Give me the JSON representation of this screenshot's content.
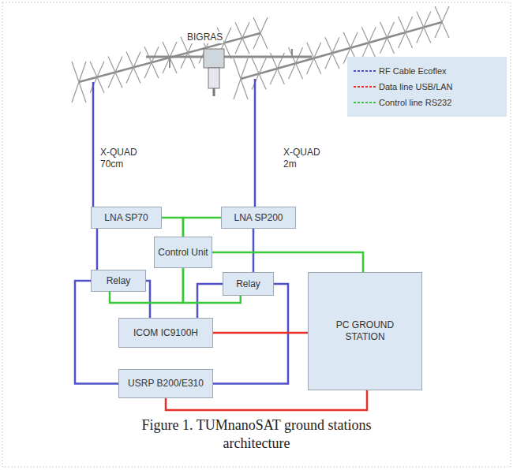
{
  "diagram": {
    "caption": "Figure 1. TUMnanoSAT ground stations architecture",
    "nodes": [
      {
        "text": [
          "LNA SP70"
        ]
      },
      {
        "text": [
          "LNA SP200"
        ]
      },
      {
        "text": [
          "Control Unit"
        ]
      },
      {
        "text": [
          "Relay"
        ]
      },
      {
        "text": [
          "Relay"
        ]
      },
      {
        "text": [
          "PC GROUND STATION"
        ]
      },
      {
        "text": [
          "ICOM IC9100H"
        ]
      },
      {
        "text": [
          "USRP B200/E310"
        ]
      }
    ],
    "edges": [
      {
        "from": 0,
        "to": 3,
        "arrow": "none"
      },
      {
        "from": 1,
        "to": 4,
        "arrow": "none"
      },
      {
        "from": 3,
        "to": 6,
        "arrow": "none"
      },
      {
        "from": 3,
        "to": 7,
        "arrow": "none"
      },
      {
        "from": 4,
        "to": 6,
        "arrow": "none"
      },
      {
        "from": 4,
        "to": 7,
        "arrow": "none"
      },
      {
        "from": 2,
        "to": 0,
        "arrow": "none"
      },
      {
        "from": 2,
        "to": 1,
        "arrow": "none"
      },
      {
        "from": 2,
        "to": 3,
        "arrow": "none"
      },
      {
        "from": 2,
        "to": 4,
        "arrow": "none"
      },
      {
        "from": 2,
        "to": 5,
        "arrow": "none"
      },
      {
        "from": 6,
        "to": 5,
        "arrow": "none"
      },
      {
        "from": 7,
        "to": 5,
        "arrow": "none"
      }
    ],
    "labels": [
      "BIGRAS",
      "X-QUAD 70cm",
      "X-QUAD 2m"
    ],
    "legend": [
      {
        "text": "RF Cable Ecoflex"
      },
      {
        "text": "Data line USB/LAN"
      },
      {
        "text": "Control line RS232"
      }
    ]
  }
}
